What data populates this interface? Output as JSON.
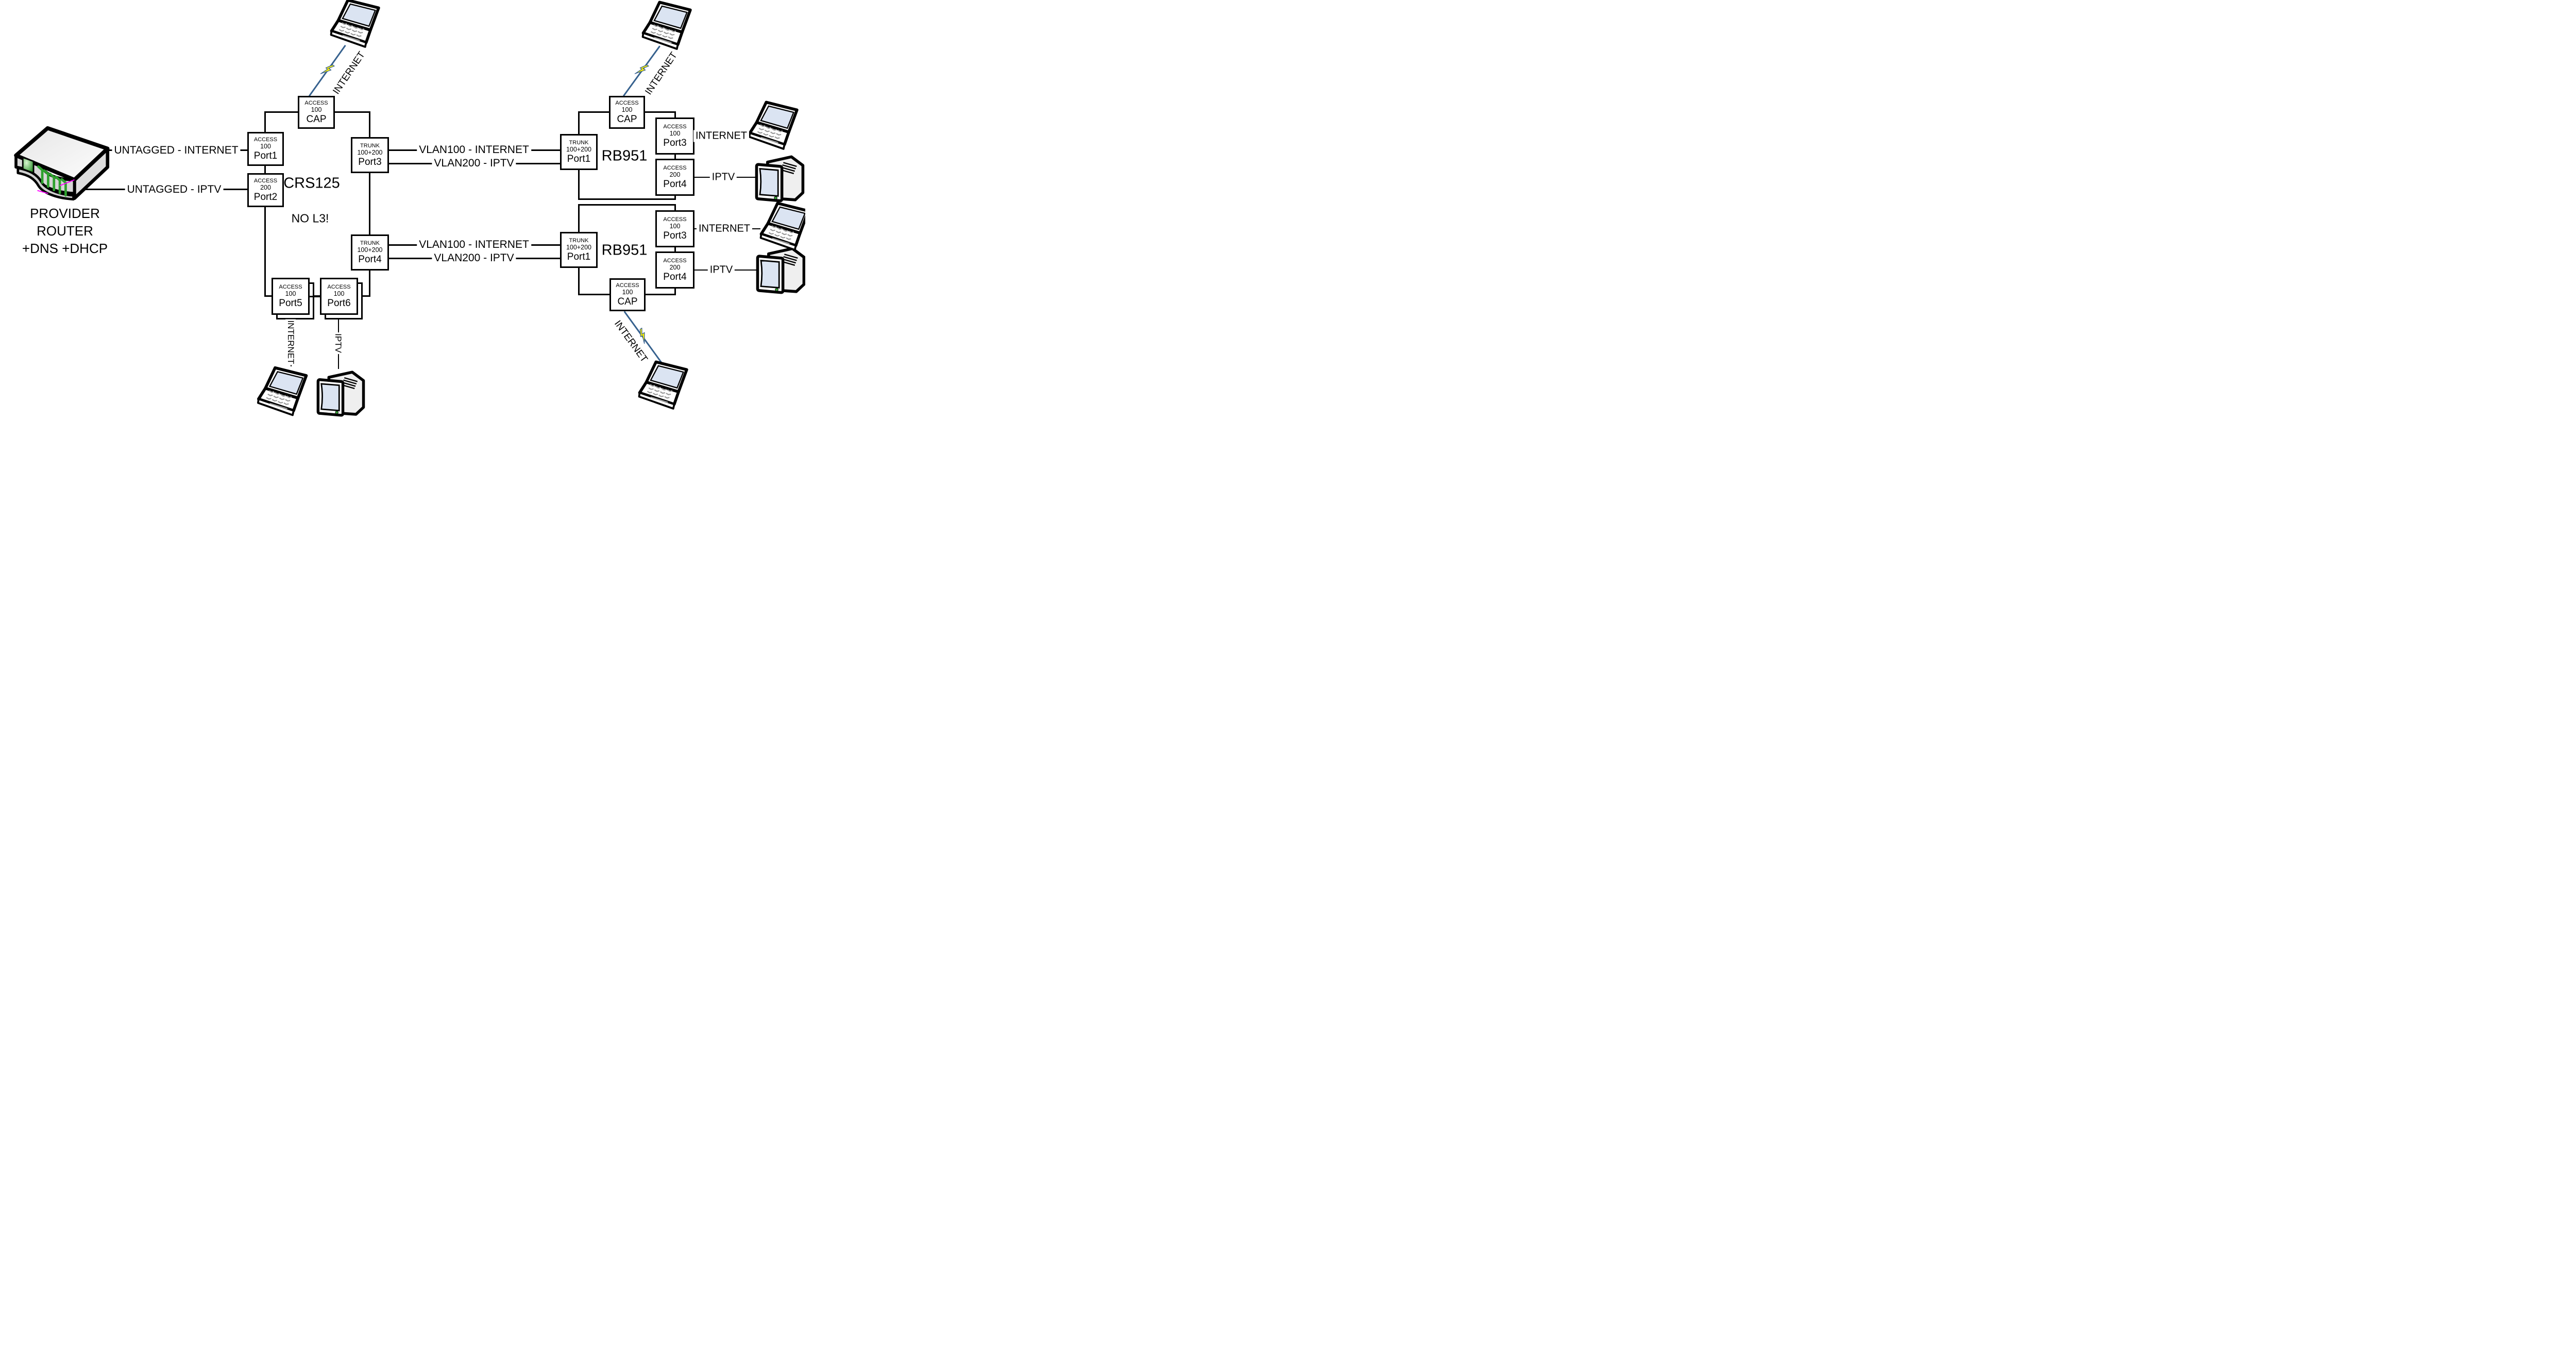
{
  "provider_router": {
    "title": "PROVIDER ROUTER",
    "subtitle": "+DNS +DHCP"
  },
  "crs125": {
    "name": "CRS125",
    "note": "NO L3!",
    "cap": {
      "mode": "ACCESS",
      "vlan": "100",
      "name": "CAP"
    },
    "port1": {
      "mode": "ACCESS",
      "vlan": "100",
      "name": "Port1"
    },
    "port2": {
      "mode": "ACCESS",
      "vlan": "200",
      "name": "Port2"
    },
    "port3": {
      "mode": "TRUNK",
      "vlan": "100+200",
      "name": "Port3"
    },
    "port4": {
      "mode": "TRUNK",
      "vlan": "100+200",
      "name": "Port4"
    },
    "port5": {
      "mode": "ACCESS",
      "vlan": "100",
      "name": "Port5"
    },
    "port6": {
      "mode": "ACCESS",
      "vlan": "100",
      "name": "Port6"
    }
  },
  "rb951_top": {
    "name": "RB951",
    "port1": {
      "mode": "TRUNK",
      "vlan": "100+200",
      "name": "Port1"
    },
    "port3": {
      "mode": "ACCESS",
      "vlan": "100",
      "name": "Port3"
    },
    "port4": {
      "mode": "ACCESS",
      "vlan": "200",
      "name": "Port4"
    },
    "cap": {
      "mode": "ACCESS",
      "vlan": "100",
      "name": "CAP"
    }
  },
  "rb951_bottom": {
    "name": "RB951",
    "port1": {
      "mode": "TRUNK",
      "vlan": "100+200",
      "name": "Port1"
    },
    "port3": {
      "mode": "ACCESS",
      "vlan": "100",
      "name": "Port3"
    },
    "port4": {
      "mode": "ACCESS",
      "vlan": "200",
      "name": "Port4"
    },
    "cap": {
      "mode": "ACCESS",
      "vlan": "100",
      "name": "CAP"
    }
  },
  "links": {
    "untagged_internet": "UNTAGGED - INTERNET",
    "untagged_iptv": "UNTAGGED - IPTV",
    "vlan100_top": "VLAN100 - INTERNET",
    "vlan200_top": "VLAN200 - IPTV",
    "vlan100_bottom": "VLAN100 - INTERNET",
    "vlan200_bottom": "VLAN200 - IPTV",
    "internet_rb_top": "INTERNET",
    "iptv_rb_top": "IPTV",
    "internet_rb_bottom": "INTERNET",
    "iptv_rb_bottom": "IPTV",
    "wifi_crs": "INTERNET",
    "wifi_rb_top": "INTERNET",
    "wifi_rb_bottom": "INTERNET",
    "internet_port5": "INTERNET",
    "iptv_port6": "IPTV"
  },
  "icons": {
    "router": "provider-router",
    "laptop": "laptop-computer",
    "tv": "tv-monitor",
    "bolt": "wireless-lightning"
  },
  "colors": {
    "line": "#000000",
    "wireless_link": "#36618e",
    "lightning": "#fff200",
    "screen": "#dbe4f2",
    "led_green": "#35a235",
    "accent_magenta": "#ff00ff"
  }
}
